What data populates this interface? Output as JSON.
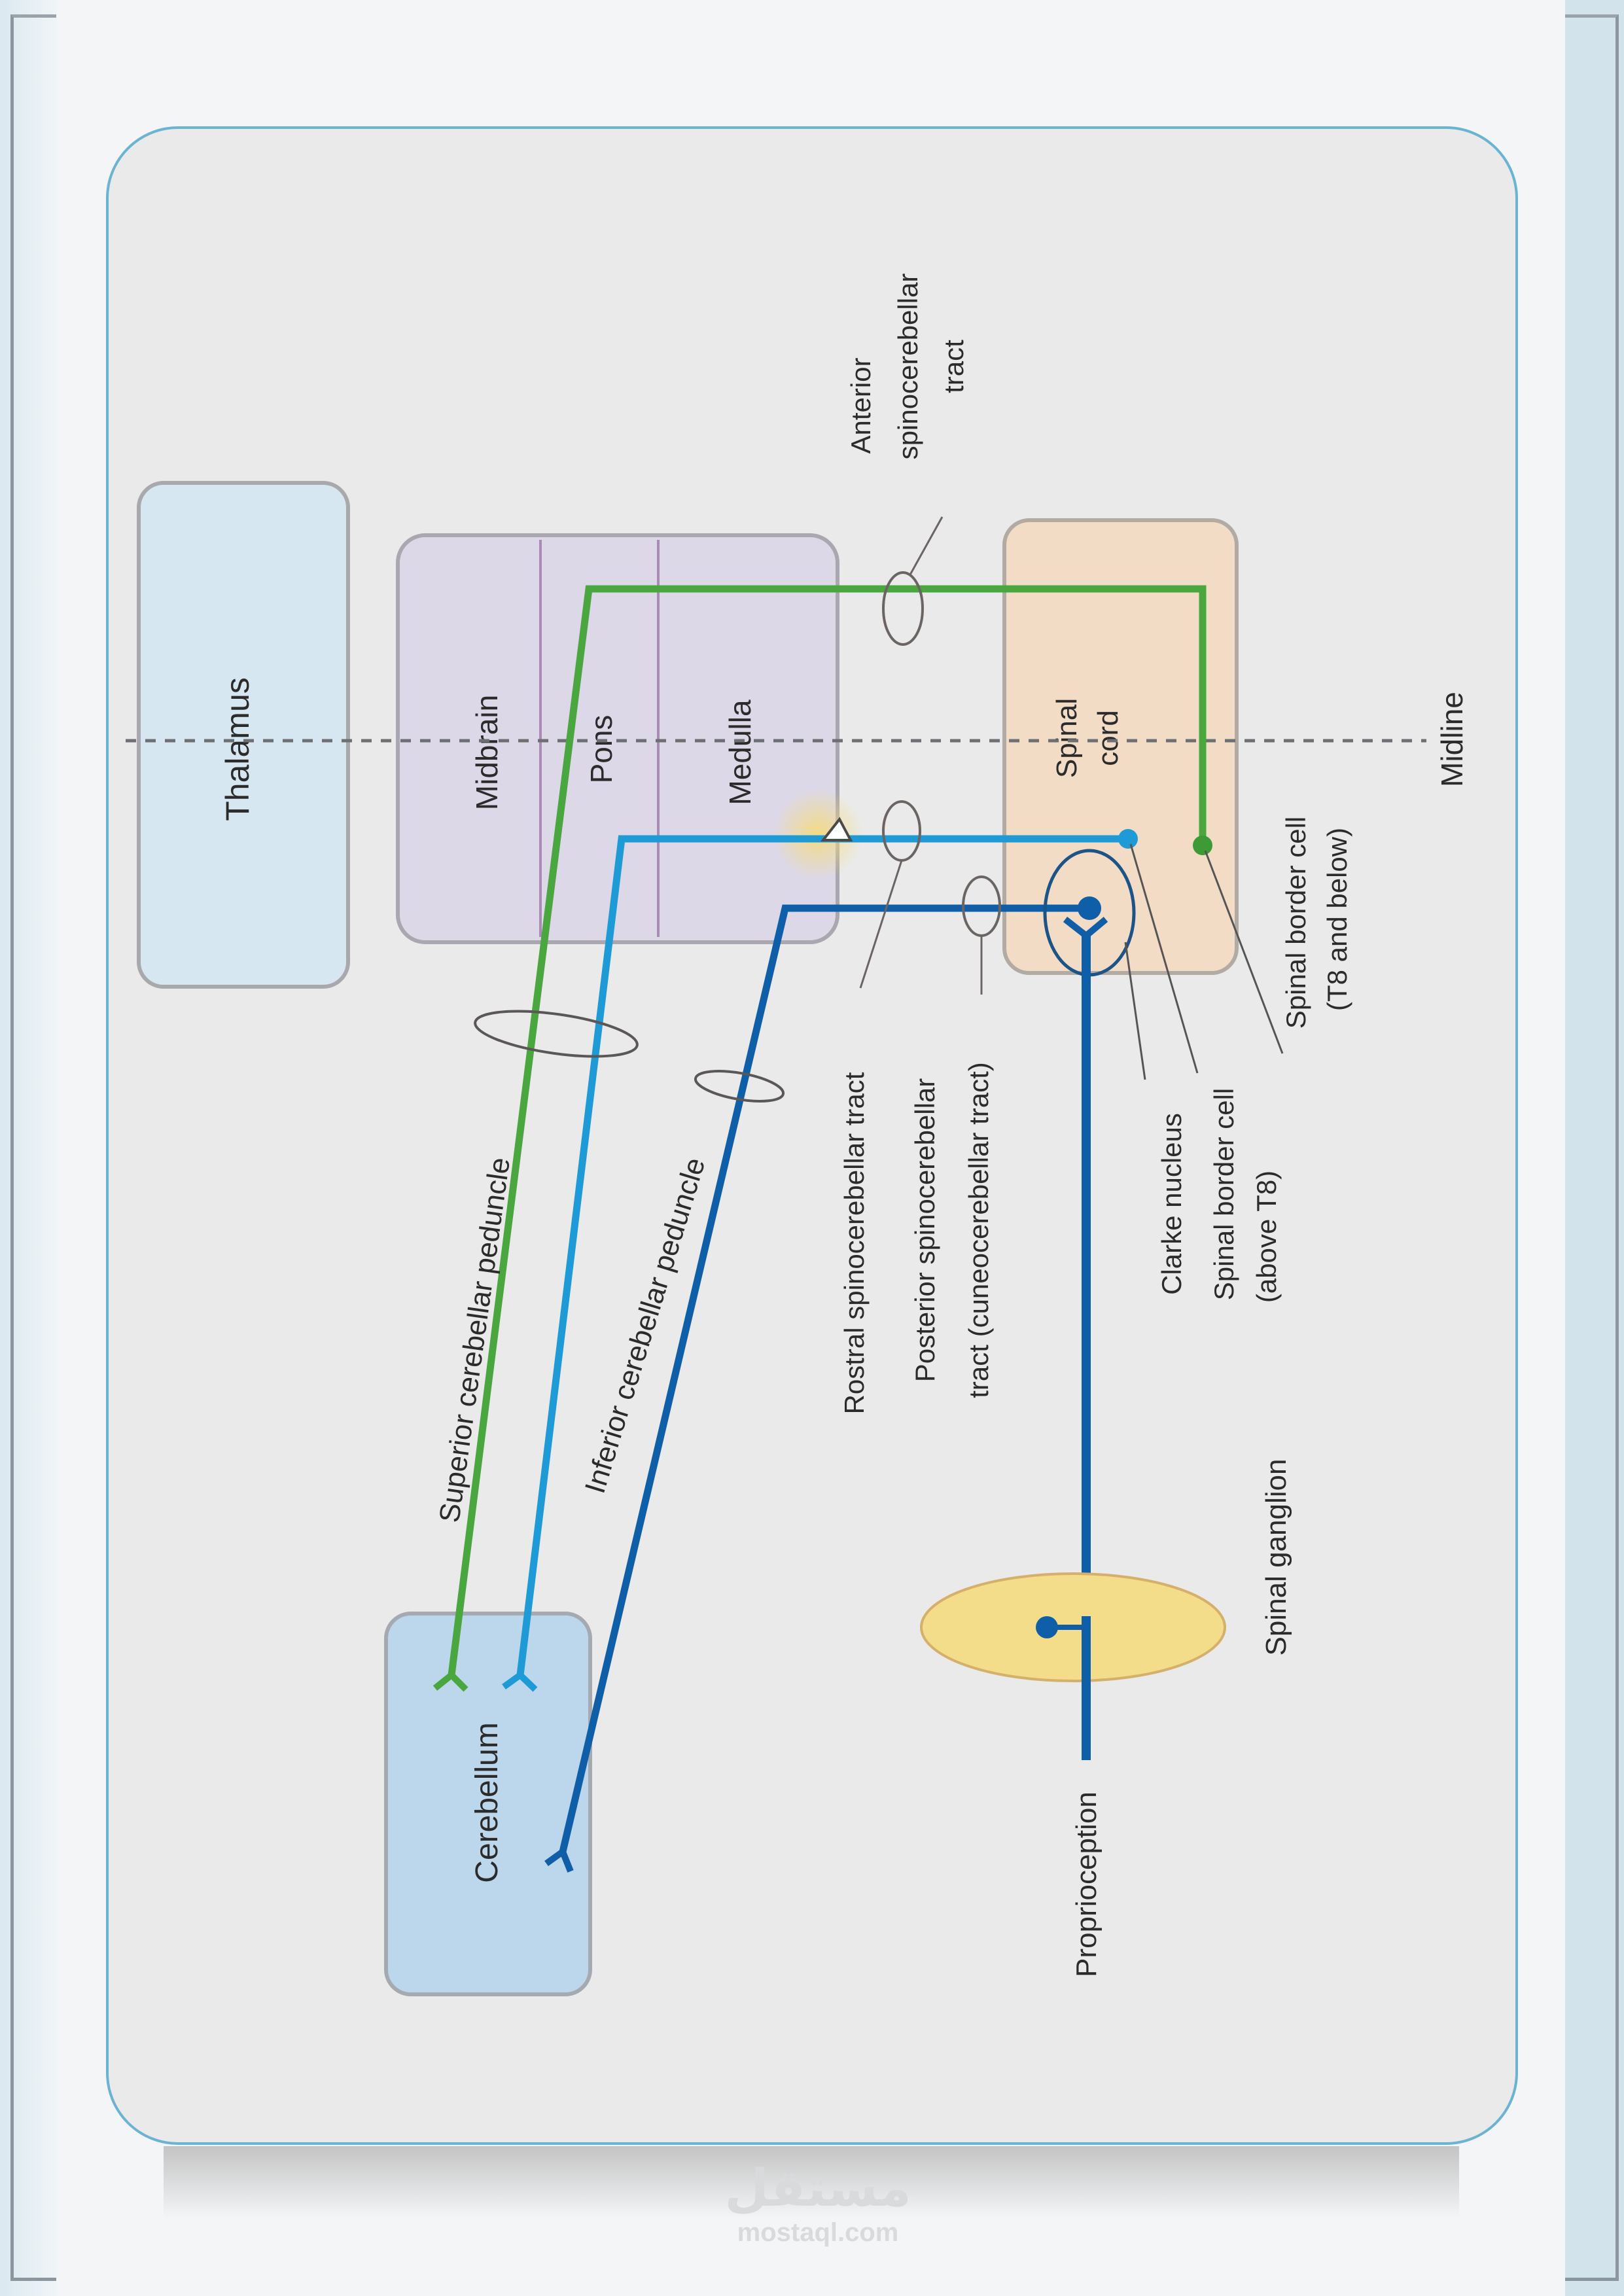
{
  "diagram": {
    "title": "Spinocerebellar pathways",
    "structures": {
      "thalamus": "Thalamus",
      "midbrain": "Midbrain",
      "pons": "Pons",
      "medulla": "Medulla",
      "spinal_cord_line1": "Spinal",
      "spinal_cord_line2": "cord",
      "cerebellum": "Cerebellum",
      "midline": "Midline"
    },
    "labels": {
      "anterior_tract_line1": "Anterior",
      "anterior_tract_line2": "spinocerebellar",
      "anterior_tract_line3": "tract",
      "superior_peduncle": "Superior cerebellar peduncle",
      "inferior_peduncle": "Inferior cerebellar peduncle",
      "rostral_tract": "Rostral spinocerebellar tract",
      "posterior_tract_line1": "Posterior spinocerebellar",
      "posterior_tract_line2": "tract (cuneocerebellar tract)",
      "clarke_nucleus": "Clarke nucleus",
      "border_cell_above_line1": "Spinal border cell",
      "border_cell_above_line2": "(above T8)",
      "border_cell_below_line1": "Spinal border cell",
      "border_cell_below_line2": "(T8 and below)",
      "spinal_ganglion": "Spinal ganglion",
      "proprioception": "Proprioception"
    },
    "colors": {
      "anterior_tract": "#4aa63f",
      "rostral_tract": "#1e9ad6",
      "posterior_tract": "#0f5ea8",
      "panel_border": "#6ab3d2",
      "thalamus_fill": "#d6e7f1",
      "brainstem_fill": "#dcd8e8",
      "spinal_cord_fill": "#f3dcc6",
      "cerebellum_fill": "#bcd7ec",
      "ganglion_fill": "#f3dc8a"
    }
  },
  "watermark": {
    "arabic": "مستقل",
    "latin": "mostaql.com"
  }
}
